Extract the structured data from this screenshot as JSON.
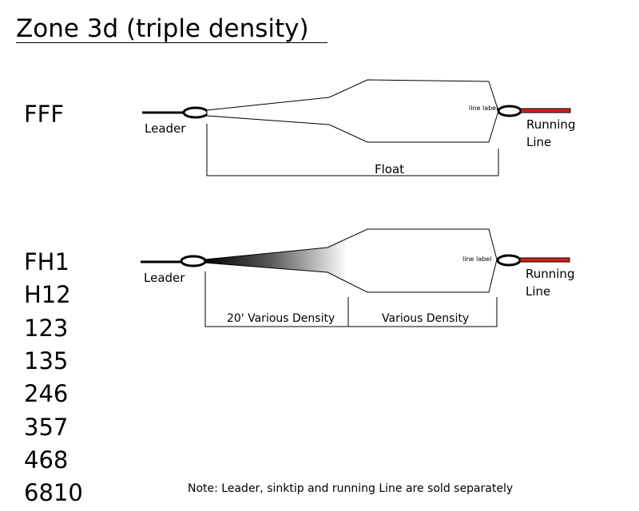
{
  "title": "Zone 3d (triple density)",
  "diagram1": {
    "code": "FFF",
    "leader_label": "Leader",
    "line_label": "line label",
    "running_line_label": [
      "Running",
      "Line"
    ],
    "bracket_label": "Float"
  },
  "diagram2": {
    "codes": [
      "FH1",
      "H12",
      "123",
      "135",
      "246",
      "357",
      "468",
      "6810"
    ],
    "leader_label": "Leader",
    "line_label": "line label",
    "running_line_label": [
      "Running",
      "Line"
    ],
    "bracket_labels": [
      "20' Various Density",
      "Various Density"
    ]
  },
  "note": "Note: Leader, sinktip and running Line are sold separately",
  "colors": {
    "running_line": "#d9201c",
    "line": "#000000"
  }
}
